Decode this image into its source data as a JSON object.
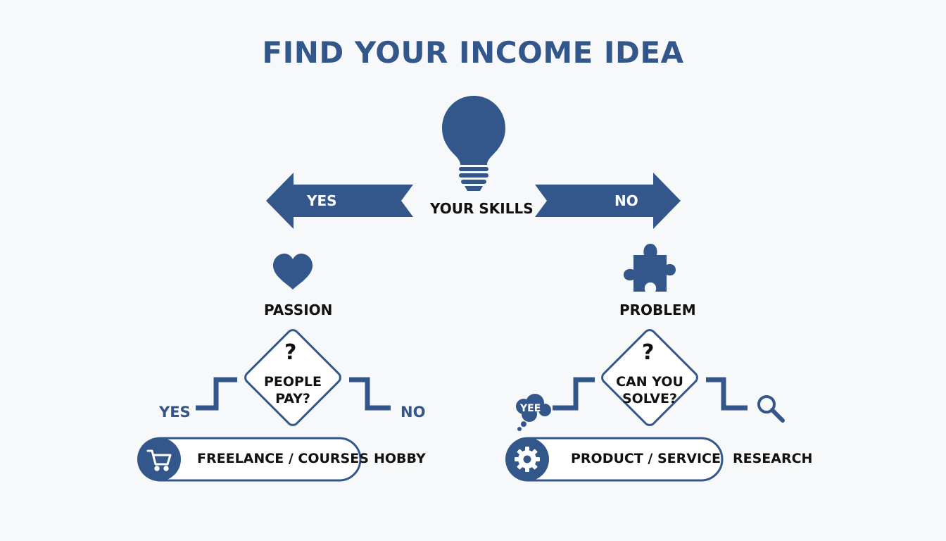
{
  "title": "FIND YOUR INCOME IDEA",
  "center": {
    "label": "YOUR SKILLS",
    "icon": "lightbulb-icon"
  },
  "arrows": {
    "left_label": "YES",
    "right_label": "NO"
  },
  "left_branch": {
    "icon": "heart-icon",
    "label": "PASSION",
    "question_mark": "?",
    "question_line1": "PEOPLE",
    "question_line2": "PAY?",
    "yes_label": "YES",
    "no_label": "NO",
    "pill_icon": "shopping-cart-icon",
    "pill_label": "FREELANCE / COURSES",
    "side_label": "HOBBY"
  },
  "right_branch": {
    "icon": "puzzle-piece-icon",
    "label": "PROBLEM",
    "question_mark": "?",
    "question_line1": "CAN YOU",
    "question_line2": "SOLVE?",
    "bubble_text": "YEE",
    "bubble_icon": "thought-bubble-icon",
    "no_icon": "magnifier-icon",
    "pill_icon": "gear-icon",
    "pill_label": "PRODUCT / SERVICE",
    "side_label": "RESEARCH"
  },
  "colors": {
    "primary": "#33578a",
    "background": "#f7f8f9",
    "text": "#111111"
  }
}
